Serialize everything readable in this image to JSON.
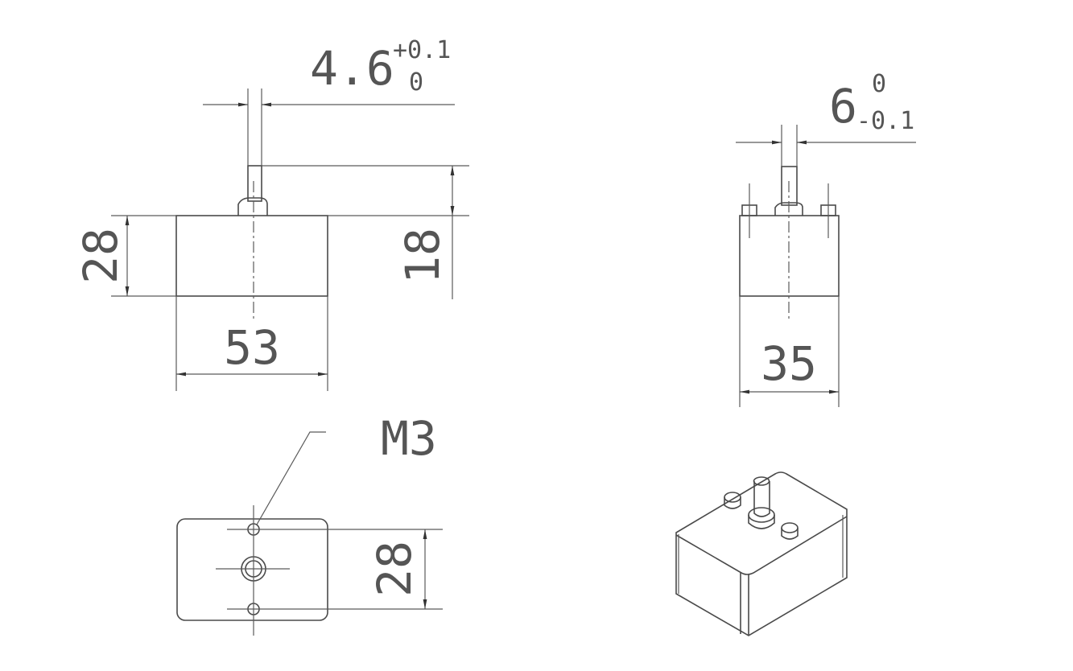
{
  "drawing": {
    "front_view": {
      "shaft_diameter": "4.6",
      "shaft_tol_upper": "+0.1",
      "shaft_tol_lower": "0",
      "height": "28",
      "width": "53",
      "shaft_length": "18"
    },
    "side_view": {
      "shaft_diameter": "6",
      "shaft_tol_upper": "0",
      "shaft_tol_lower": "-0.1",
      "depth": "35"
    },
    "bottom_view": {
      "thread_label": "M3",
      "hole_spacing": "28"
    }
  }
}
